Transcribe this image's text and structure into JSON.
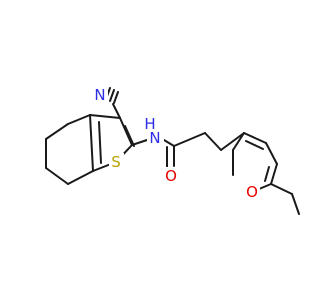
{
  "molecule": {
    "atom_labels": {
      "nitrile_n": "N",
      "amide_nh": "N",
      "amide_h": "H",
      "thiophene_s": "S",
      "carbonyl_o": "O",
      "furan_o": "O"
    },
    "colors": {
      "bond": "#1a1a1a",
      "nitrogen": "#2d2de6",
      "sulfur": "#b5a400",
      "oxygen": "#e60000"
    }
  }
}
